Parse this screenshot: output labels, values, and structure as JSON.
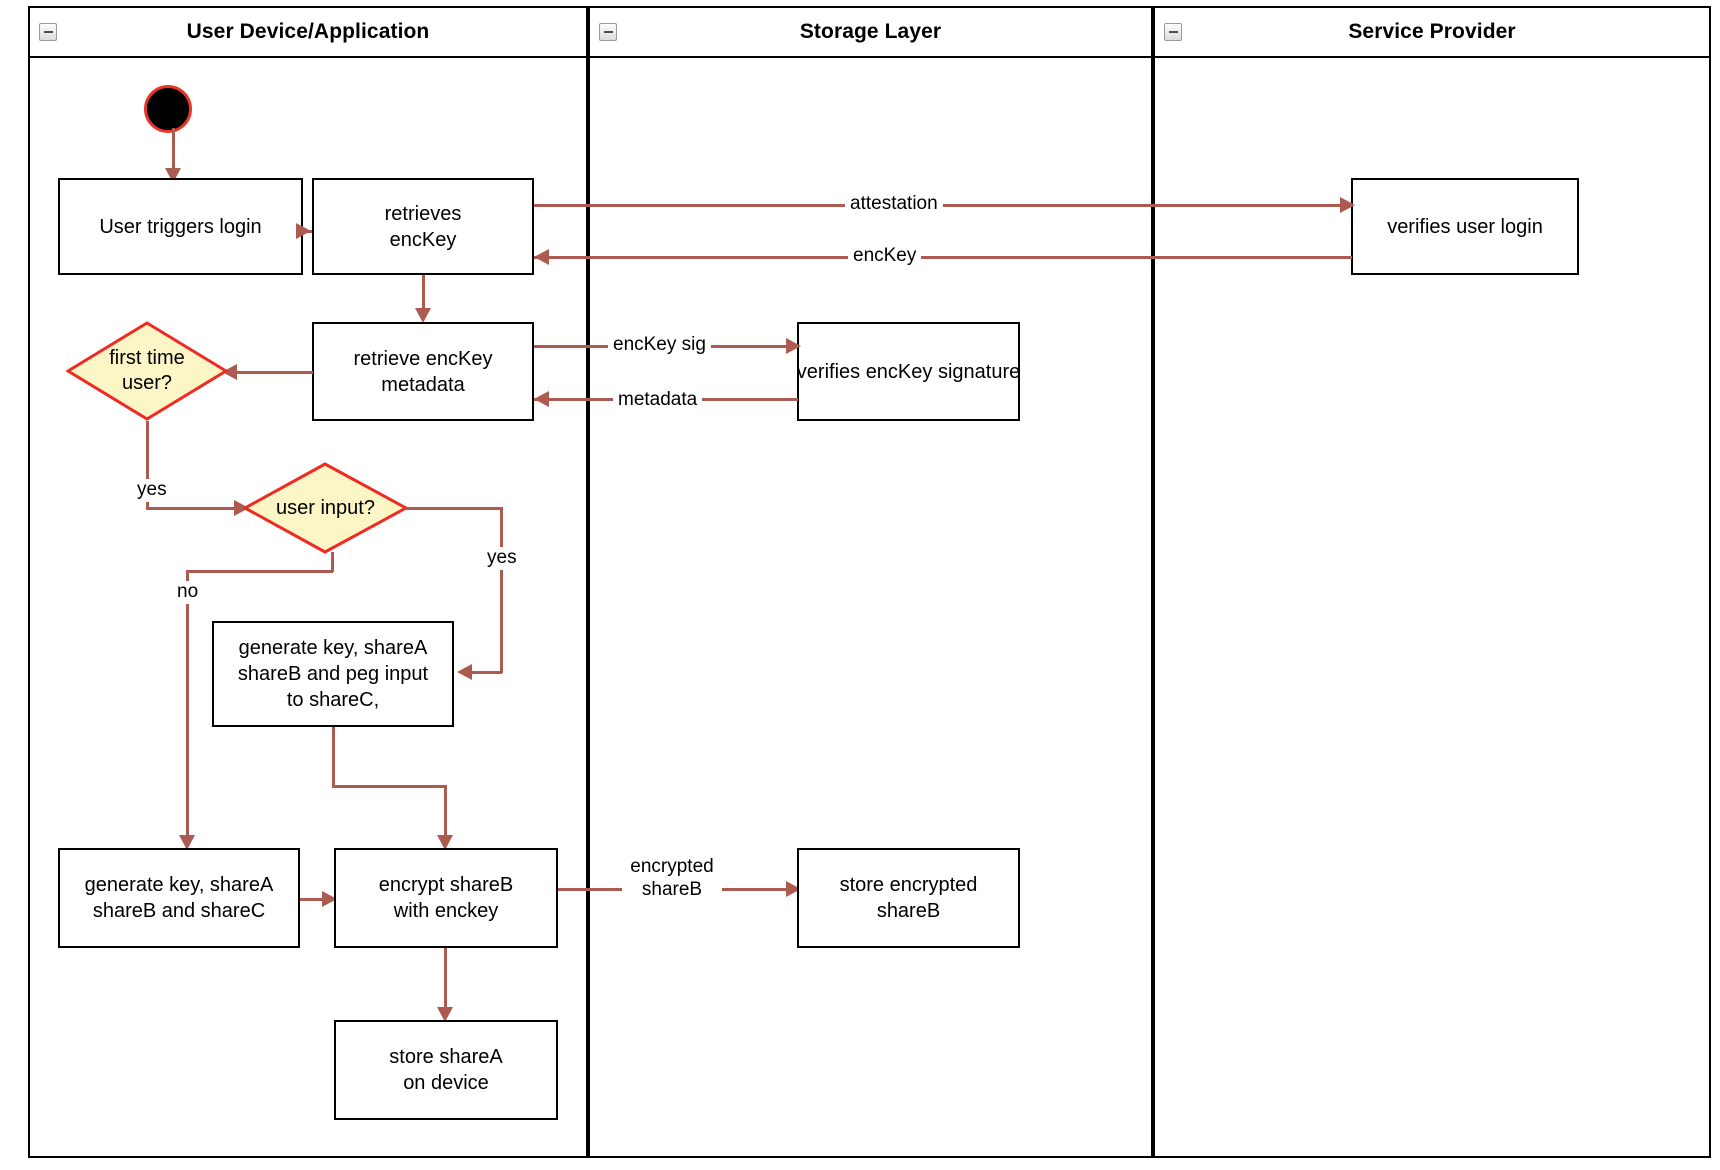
{
  "diagram": {
    "type": "swimlane-activity-diagram",
    "lanes": [
      {
        "id": "user-device",
        "title": "User Device/Application",
        "collapse_icon": "minus-icon"
      },
      {
        "id": "storage-layer",
        "title": "Storage Layer",
        "collapse_icon": "minus-icon"
      },
      {
        "id": "service-provider",
        "title": "Service Provider",
        "collapse_icon": "minus-icon"
      }
    ],
    "nodes": {
      "start": {
        "label": "",
        "icon": "start-node-icon"
      },
      "user_triggers_login": {
        "label": "User triggers login"
      },
      "retrieves_enckey": {
        "line1": "retrieves",
        "line2": "encKey"
      },
      "verifies_user_login": {
        "label": "verifies user login"
      },
      "retrieve_enckey_metadata": {
        "line1": "retrieve encKey",
        "line2": "metadata"
      },
      "verifies_enckey_signature": {
        "label": "verifies encKey signature"
      },
      "first_time_user": {
        "line1": "first time",
        "line2": "user?"
      },
      "user_input": {
        "label": "user input?"
      },
      "generate_key_peg": {
        "line1": "generate key, shareA",
        "line2": "shareB and peg input",
        "line3": "to shareC,"
      },
      "generate_key_shares": {
        "line1": "generate key, shareA",
        "line2": "shareB and shareC"
      },
      "encrypt_shareb": {
        "line1": "encrypt shareB",
        "line2": "with enckey"
      },
      "store_encrypted_shareb": {
        "line1": "store encrypted",
        "line2": "shareB"
      },
      "store_sharea": {
        "line1": "store shareA",
        "line2": "on device"
      }
    },
    "edge_labels": {
      "attestation": "attestation",
      "enckey": "encKey",
      "enckey_sig": "encKey sig",
      "metadata": "metadata",
      "yes_first_time": "yes",
      "yes_user_input": "yes",
      "no_user_input": "no",
      "encrypted_shareb_l1": "encrypted",
      "encrypted_shareb_l2": "shareB"
    },
    "colors": {
      "lane_border": "#000000",
      "node_border": "#000000",
      "node_fill": "#ffffff",
      "decision_border": "#ee2b22",
      "decision_fill": "#fcf5c6",
      "connector": "#ad5a51",
      "start_fill": "#000000",
      "start_border": "#e8352a",
      "background": "#ffffff"
    }
  }
}
